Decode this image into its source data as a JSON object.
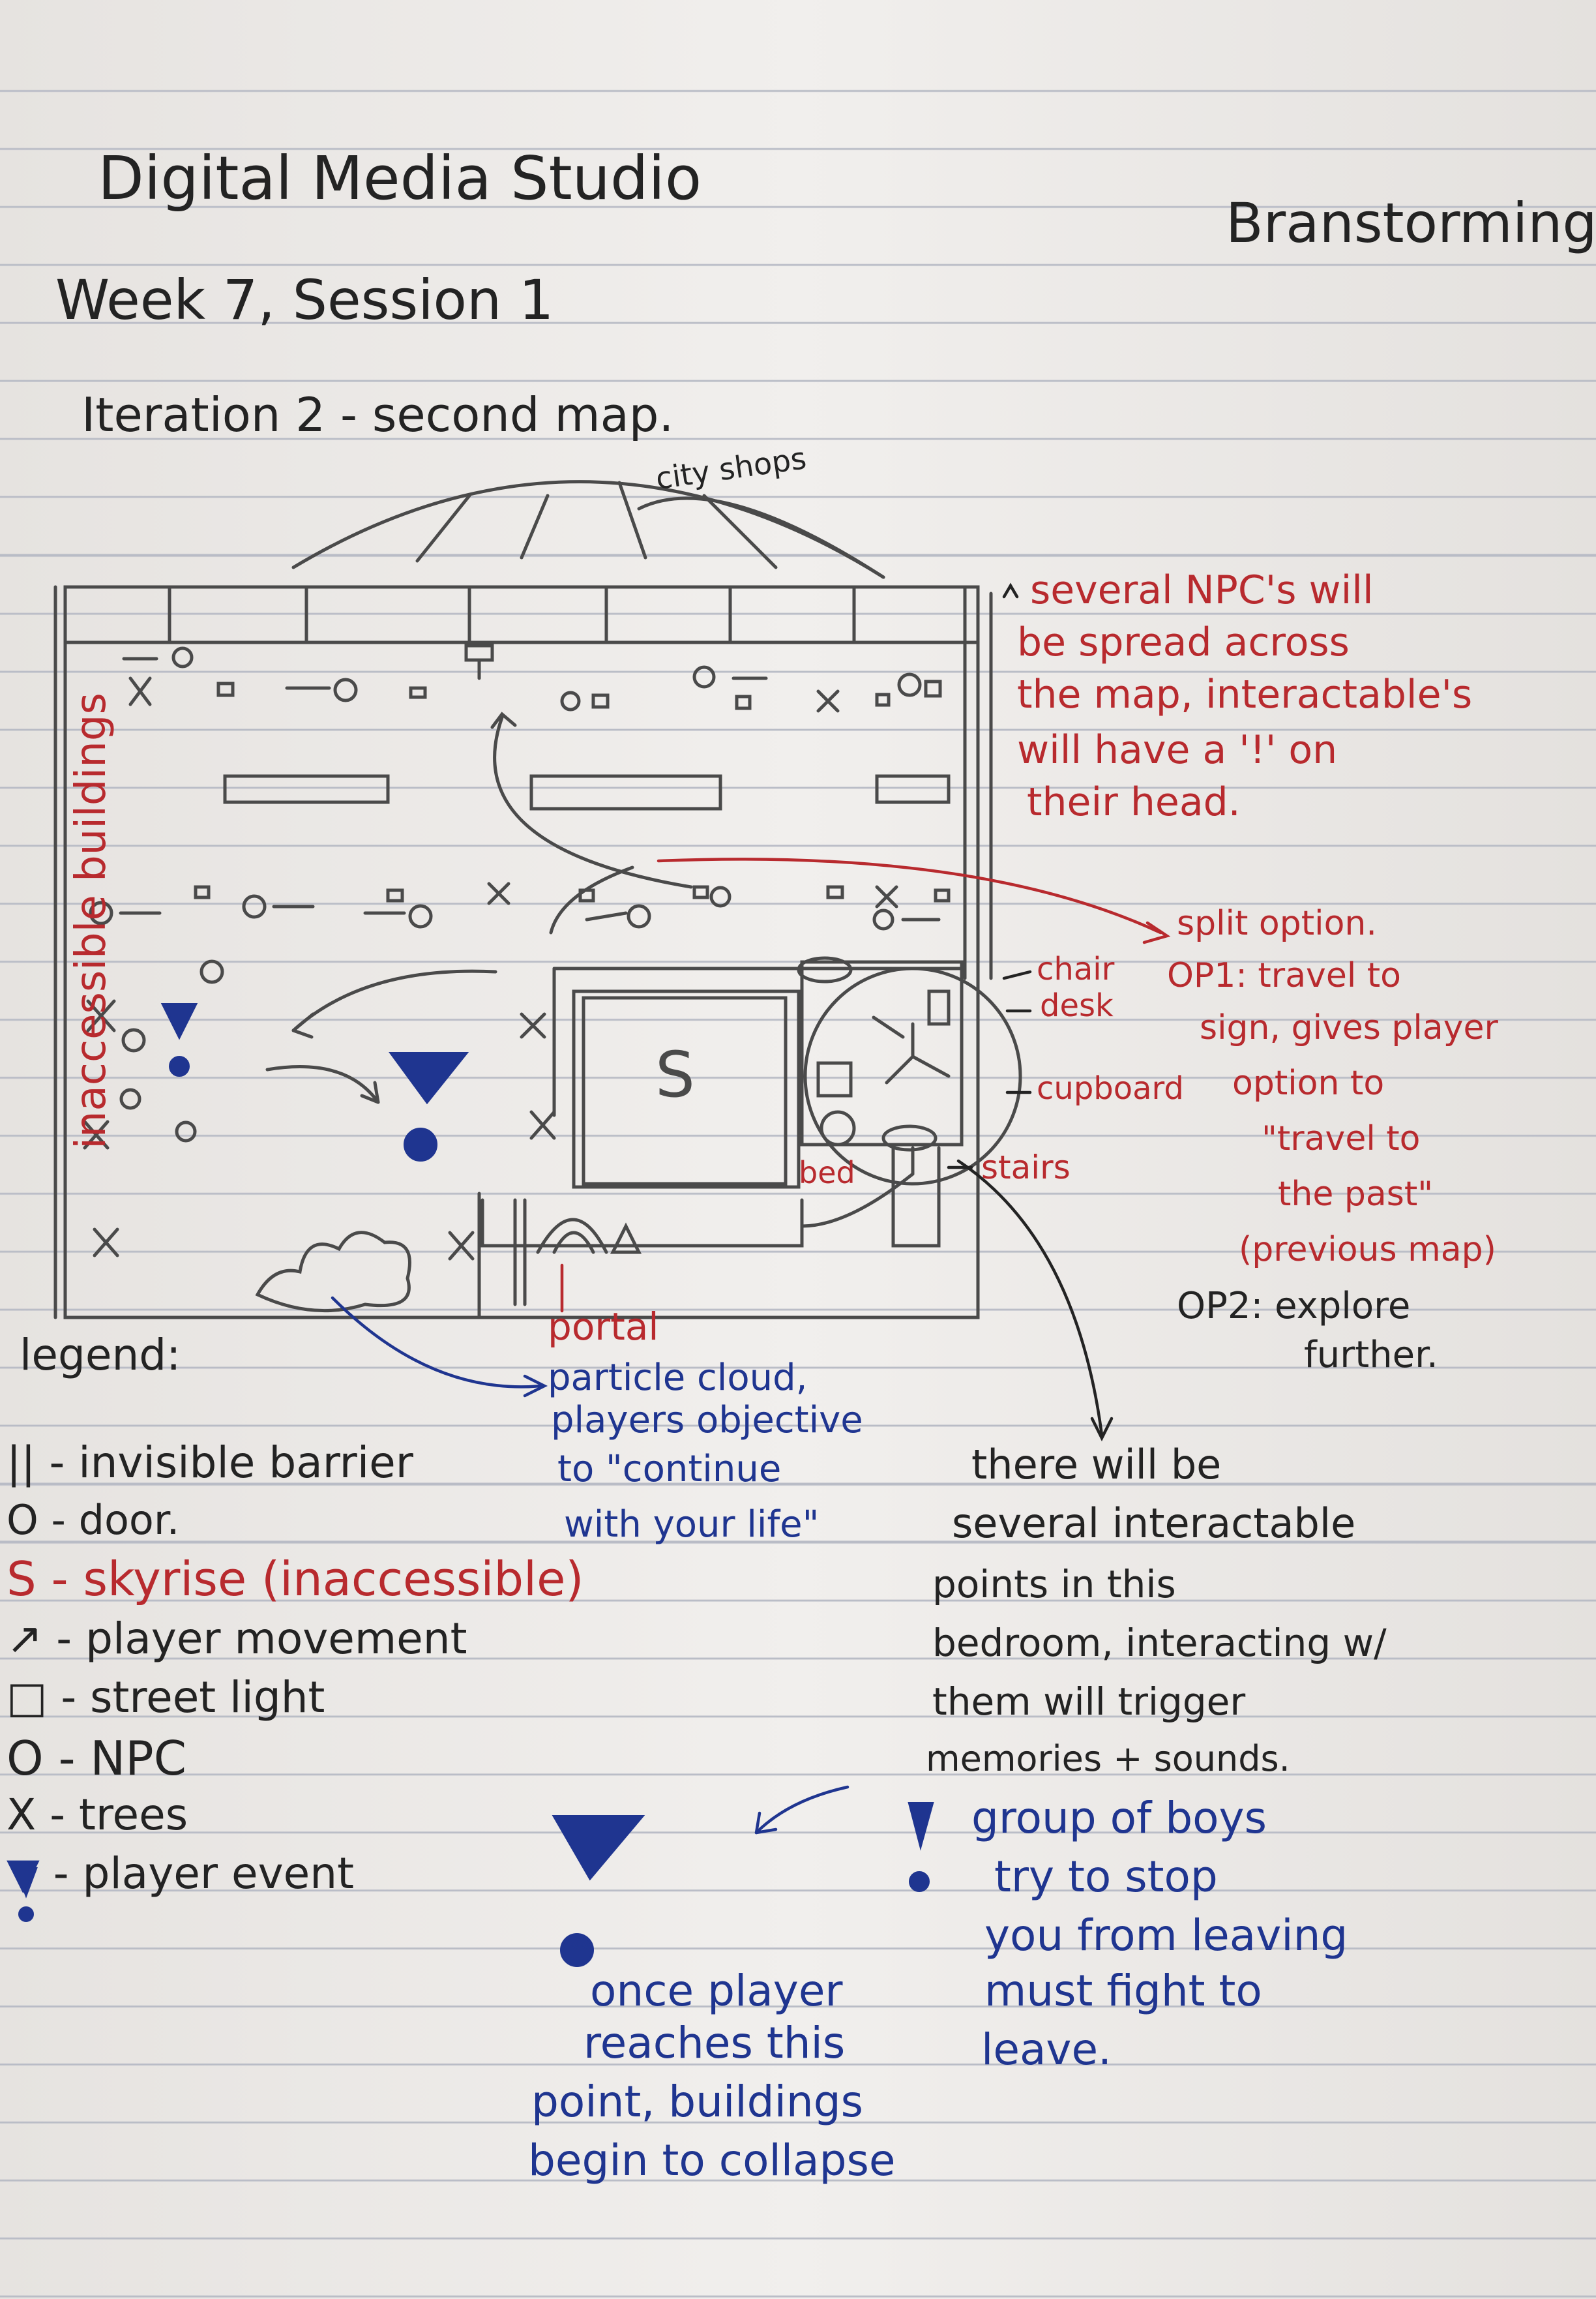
{
  "header": {
    "title": "Digital Media Studio",
    "week": "Week 7, Session 1",
    "iteration": "Iteration 2 - second map.",
    "right_label": "Branstorming"
  },
  "map_labels": {
    "city_shops": "city shops",
    "inaccessible_buildings": "inaccessible buildings",
    "skyrise_letter": "S",
    "chair": "chair",
    "desk": "desk",
    "cupboard": "cupboard",
    "bed": "bed",
    "stairs": "stairs",
    "portal": "portal"
  },
  "npc_note": [
    "several NPC's will",
    "be spread across",
    "the map, interactable's",
    "will have a '!' on",
    "their head."
  ],
  "split_note": [
    "split option.",
    "OP1: travel to",
    "sign, gives player",
    "option to",
    "\"travel to",
    "the past\"",
    "(previous map)"
  ],
  "op2_note": [
    "OP2: explore",
    "further."
  ],
  "particle_note": [
    "particle cloud,",
    "players objective",
    "to \"continue",
    "with your life\""
  ],
  "bedroom_note": [
    "there will be",
    "several interactable",
    "points in this",
    "bedroom, interacting w/",
    "them will trigger",
    "memories + sounds."
  ],
  "boys_note": [
    "group of boys",
    "try to stop",
    "you from leaving",
    "must fight to",
    "leave."
  ],
  "collapse_note": [
    "once player",
    "reaches this",
    "point, buildings",
    "begin to collapse"
  ],
  "legend": {
    "title": "legend:",
    "items": [
      {
        "symbol": "||",
        "text": "- invisible barrier"
      },
      {
        "symbol": "O",
        "text": "- door."
      },
      {
        "symbol": "S",
        "text": "- skyrise (inaccessible)"
      },
      {
        "symbol": "↗",
        "text": "- player movement"
      },
      {
        "symbol": "□",
        "text": "- street light"
      },
      {
        "symbol": "O",
        "text": "- NPC"
      },
      {
        "symbol": "X",
        "text": "- trees"
      },
      {
        "symbol": "▼",
        "text": "- player event"
      }
    ]
  },
  "colors": {
    "ink": "#232323",
    "red": "#b82a2e",
    "blue": "#1f3590",
    "pencil": "#4a4a4a",
    "rule": "#b9bcc6"
  }
}
